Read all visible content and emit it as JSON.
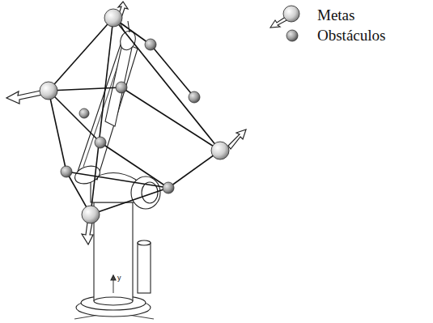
{
  "diagram": {
    "labels": [
      "y"
    ],
    "legend": [
      {
        "text": "Metas"
      },
      {
        "text": "Obstáculos"
      }
    ]
  }
}
